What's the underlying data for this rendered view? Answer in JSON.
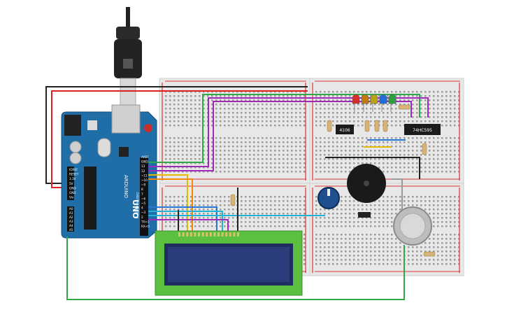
{
  "app": "Circuit breadboard schematic",
  "arduino": {
    "model": "UNO",
    "brand": "ARDUINO",
    "header_labels": [
      "AREF",
      "GND",
      "13",
      "12",
      "~11",
      "~10",
      "~9",
      "8",
      "7",
      "~6",
      "~5",
      "4",
      "~3",
      "2",
      "TX>1",
      "RX<0"
    ],
    "power_labels": [
      "IOREF",
      "RESET",
      "3.3V",
      "5V",
      "GND",
      "GND",
      "Vin"
    ],
    "analog_labels": [
      "A0",
      "A1",
      "A2",
      "A3",
      "A4",
      "A5"
    ],
    "digital_text": "DIGITAL (PWM~)"
  },
  "chips": {
    "left_ic": "4106",
    "right_ic": "74HC595"
  },
  "leds": {
    "colors": [
      "#d32f2f",
      "#c07a10",
      "#b7a414",
      "#1e6fd9",
      "#2e9e3e"
    ]
  },
  "lcd": {
    "rows": 2,
    "cols": 16,
    "pin_count": 16
  },
  "colors": {
    "breadboard": "#e9e9e9",
    "arduino_blue": "#1f6ea8",
    "lcd_green": "#5bbf3f",
    "lcd_screen": "#2b3d7a",
    "wire_red": "#e02020",
    "wire_black": "#222222",
    "wire_green": "#2fa84a",
    "wire_purple": "#a02ab8",
    "wire_yellow": "#e6b800",
    "wire_orange": "#f08a00",
    "wire_blue": "#2a78d6",
    "wire_cyan": "#21b3d6"
  }
}
